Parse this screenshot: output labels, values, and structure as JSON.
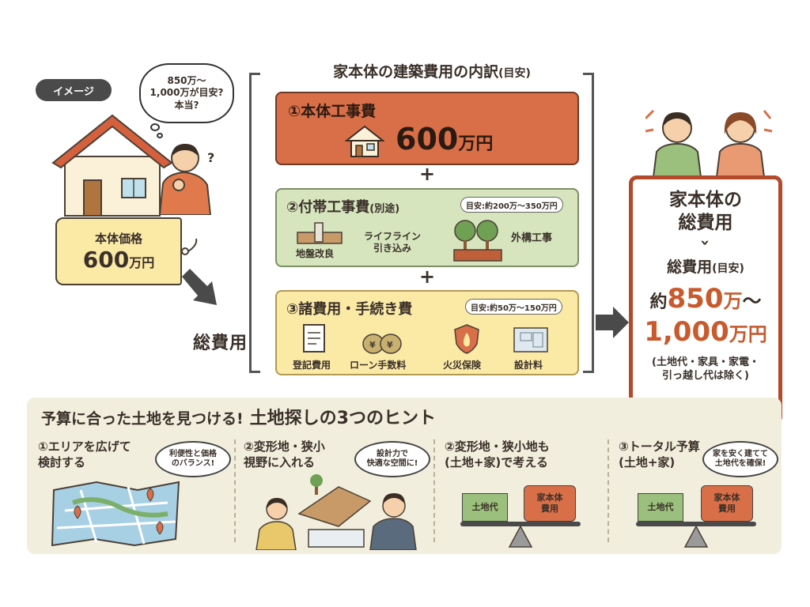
{
  "image_tag": "イメージ",
  "thought": {
    "line1": "850万〜",
    "line2": "1,000万が目安?",
    "line3": "本当?"
  },
  "question_mark": "?",
  "price_tag": {
    "label": "本体価格",
    "value": "600",
    "unit": "万円"
  },
  "total_left_label": "総費用",
  "breakdown": {
    "title": "家本体の建築費用の内訳",
    "title_note": "(目安)",
    "plus": "+",
    "main_work": {
      "title": "①本体工事費",
      "value": "600",
      "unit": "万円"
    },
    "ancillary": {
      "title": "②付帯工事費",
      "title_note": "(別途)",
      "estimate": "目安:約200万〜350万円",
      "items": [
        {
          "label": "地盤改良",
          "icon": "ground-icon"
        },
        {
          "label": "ライフライン\n引き込み",
          "icon": "pipe-icon"
        },
        {
          "label": "外構工事",
          "icon": "tree-fence-icon"
        }
      ]
    },
    "misc": {
      "title": "③諸費用・手続き費",
      "estimate": "目安:約50万〜150万円",
      "items": [
        {
          "label": "登記費用",
          "icon": "document-icon"
        },
        {
          "label": "ローン手数料",
          "icon": "money-bag-icon"
        },
        {
          "label": "火災保険",
          "icon": "fire-shield-icon"
        },
        {
          "label": "設計料",
          "icon": "blueprint-icon"
        }
      ]
    }
  },
  "total_box": {
    "title_line1": "家本体の",
    "title_line2": "総費用",
    "arrow": "›",
    "subtitle": "総費用",
    "subtitle_note": "(目安)",
    "prefix": "約",
    "range_low": "850",
    "unit_man": "万",
    "tilde": "〜",
    "range_high": "1,000",
    "unit_manyen": "万円",
    "exclusion_line1": "(土地代・家具・家電・",
    "exclusion_line2": "引っ越し代は除く)"
  },
  "hints": {
    "title": "予算に合った土地を見つける!",
    "title_big": "土地探しの3つのヒント",
    "columns": [
      {
        "title": "①エリアを広げて\n検討する",
        "bubble": "利便性と価格\nのバランス!"
      },
      {
        "title": "②変形地・狭小\n視野に入れる",
        "bubble": "設計力で\n快適な空間に!"
      },
      {
        "title": "②変形地・狭小地も\n(土地+家)で考える",
        "left_box": "土地代",
        "right_box": "家本体\n費用"
      },
      {
        "title": "③トータル予算\n(土地+家)",
        "bubble": "家を安く建てて\n土地代を確保!",
        "left_box": "土地代",
        "right_box": "家本体\n費用"
      }
    ]
  },
  "colors": {
    "orange": "#d96f48",
    "green": "#d6e5be",
    "yellow": "#fbe9a6",
    "accent_red": "#c85a2d",
    "dark": "#4a4a4a"
  }
}
